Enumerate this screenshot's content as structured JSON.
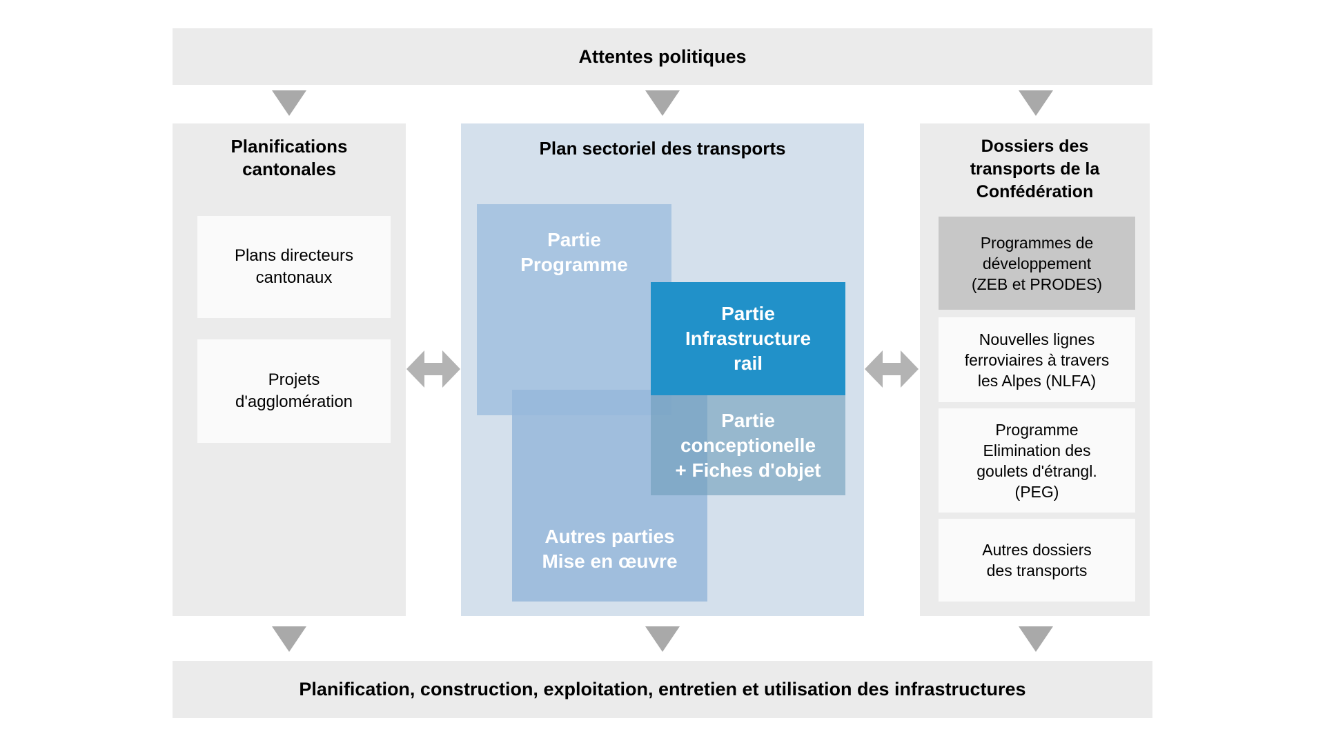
{
  "top_bar": {
    "label": "Attentes politiques"
  },
  "left_column": {
    "title": "Planifications\ncantonales",
    "boxes": [
      {
        "label": "Plans directeurs\ncantonaux"
      },
      {
        "label": "Projets\nd'agglomération"
      }
    ]
  },
  "middle_column": {
    "title": "Plan sectoriel des transports",
    "programme_label": "Partie\nProgramme",
    "infrastructure_label": "Partie\nInfrastructure\nrail",
    "conceptionelle_label": "Partie\nconceptionelle\n+ Fiches d'objet",
    "autres_label": "Autres parties\nMise en œuvre"
  },
  "right_column": {
    "title": "Dossiers des\ntransports de la\nConfédération",
    "boxes": [
      {
        "label": "Programmes de\ndéveloppement\n(ZEB et PRODES)",
        "highlighted": true
      },
      {
        "label": "Nouvelles lignes\nferroviaires à travers\nles Alpes (NLFA)",
        "highlighted": false
      },
      {
        "label": "Programme\nElimination des\ngoulets d'étrangl.\n(PEG)",
        "highlighted": false
      },
      {
        "label": "Autres dossiers\ndes transports",
        "highlighted": false
      }
    ]
  },
  "bottom_bar": {
    "label": "Planification, construction, exploitation, entretien et utilisation des infrastructures"
  },
  "icons": {
    "down_arrow": "down-arrow-icon",
    "double_arrow": "left-right-double-arrow-icon"
  },
  "colors": {
    "banner_bg": "#ebebeb",
    "side_column_bg": "#ebebeb",
    "white_box_bg": "#fafafa",
    "highlight_box_bg": "#c7c7c7",
    "middle_column_bg": "#d4e0ec",
    "programme_box": "#a9c5e1",
    "autres_box": "#9fbedd",
    "conceptionelle_box": "#86abc9",
    "infrastructure_box": "#2191c9",
    "down_arrow": "#a9a9a9",
    "double_arrow": "#b3b3b3",
    "text_dark": "#000000",
    "text_light": "#ffffff"
  }
}
